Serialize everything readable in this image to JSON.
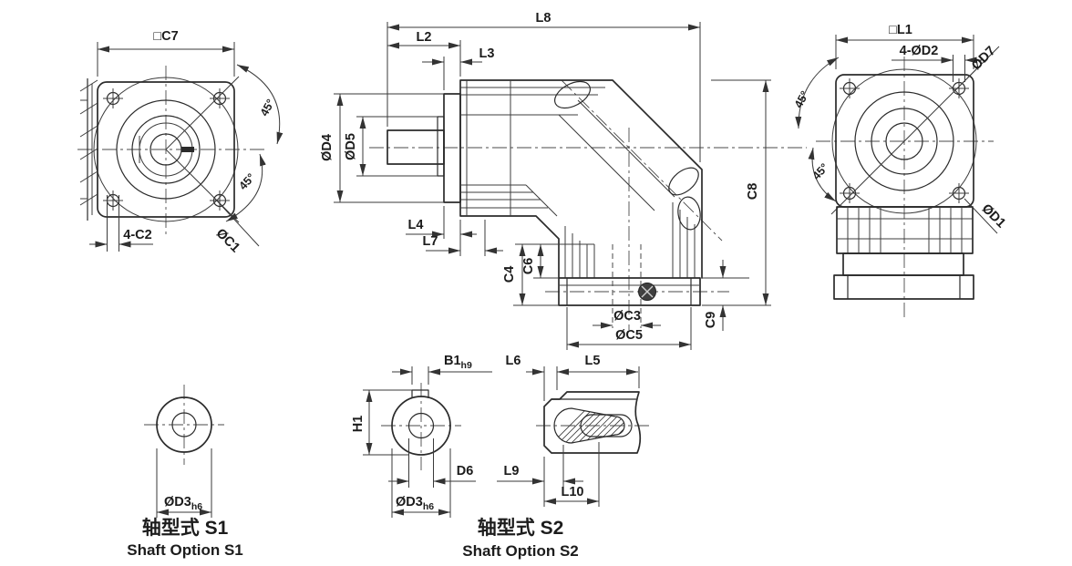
{
  "drawing_labels": {
    "front_left": {
      "size": "□C7",
      "holes": "4-C2",
      "circle": "ØC1",
      "angle_top": "45°",
      "angle_bottom": "45°"
    },
    "side": {
      "l8": "L8",
      "l2": "L2",
      "l3": "L3",
      "d4": "ØD4",
      "d5": "ØD5",
      "l4": "L4",
      "l7": "L7",
      "c4": "C4",
      "c6": "C6",
      "c8": "C8",
      "c9": "C9",
      "c3": "ØC3",
      "c5": "ØC5"
    },
    "front_right": {
      "size": "□L1",
      "holes": "4-ØD2",
      "bolt_circle": "ØD7",
      "pilot": "ØD1",
      "angle_top": "45°",
      "angle_bottom": "45°"
    },
    "s1": {
      "shaft_dia": "ØD3",
      "shaft_tol": "h6",
      "caption_cn": "轴型式 S1",
      "caption_en": "Shaft Option S1"
    },
    "s2": {
      "key_width": "B1",
      "key_tol": "h9",
      "key_height": "H1",
      "key_dia": "D6",
      "shaft_dia": "ØD3",
      "shaft_tol": "h6",
      "l6": "L6",
      "l5": "L5",
      "l9": "L9",
      "l10": "L10",
      "caption_cn": "轴型式 S2",
      "caption_en": "Shaft Option S2"
    }
  },
  "colors": {
    "line": "#2b2b2b",
    "dimension": "#3a3a3a",
    "background": "#ffffff"
  }
}
